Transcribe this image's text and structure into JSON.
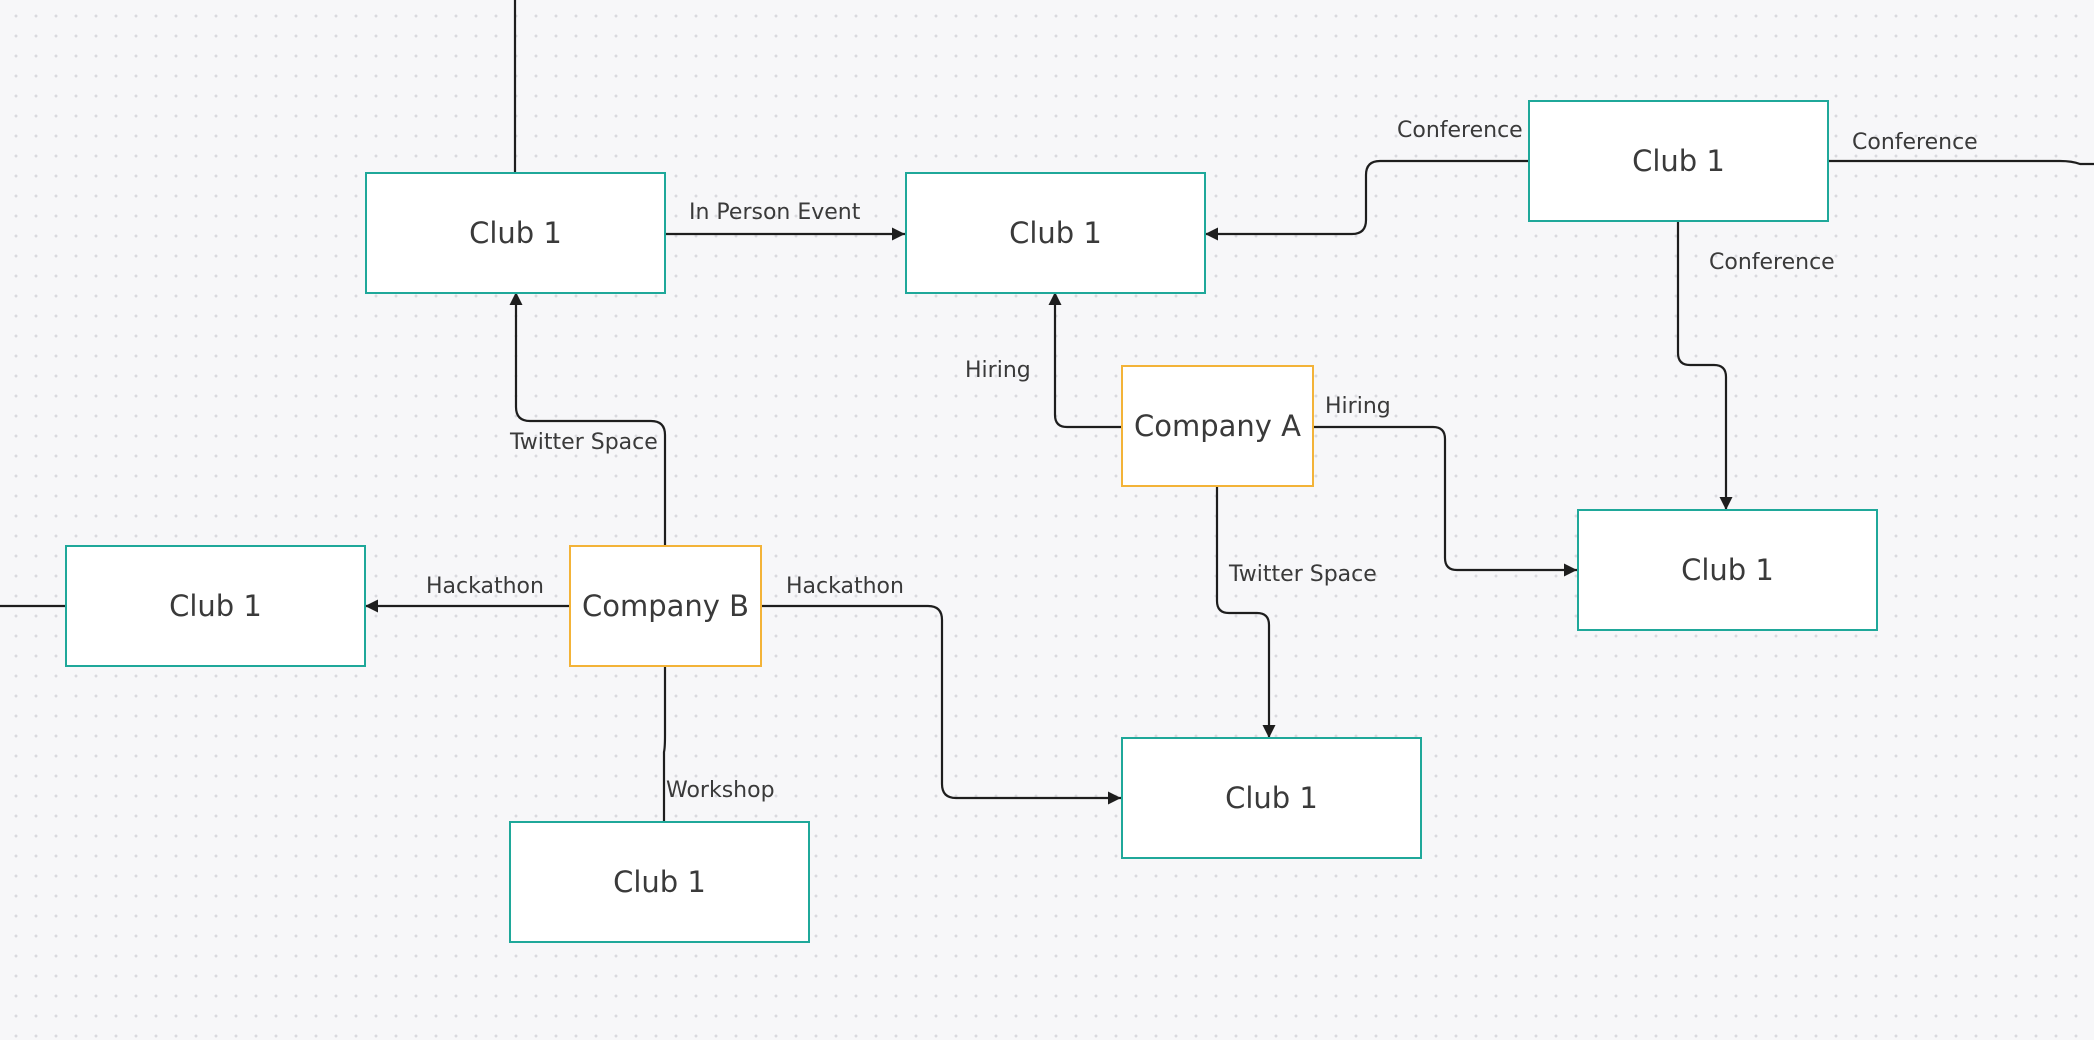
{
  "diagram": {
    "nodes": {
      "club_top_left": "Club 1",
      "club_top_center": "Club 1",
      "club_top_right": "Club 1",
      "club_left": "Club 1",
      "club_bottom_left": "Club 1",
      "club_bottom_center": "Club 1",
      "club_right": "Club 1",
      "company_a": "Company A",
      "company_b": "Company B"
    },
    "edge_labels": {
      "in_person_event": "In Person Event",
      "conference_left": "Conference",
      "conference_right": "Conference",
      "conference_down": "Conference",
      "hiring_left": "Hiring",
      "hiring_right": "Hiring",
      "twitter_space_b": "Twitter Space",
      "twitter_space_a": "Twitter Space",
      "hackathon_left": "Hackathon",
      "hackathon_right": "Hackathon",
      "workshop": "Workshop"
    },
    "colors": {
      "club_border": "#1fa89a",
      "company_border": "#f3b338",
      "connector": "#1e1e1e",
      "text": "#3a3a3a",
      "canvas_background": "#f7f7f9"
    }
  }
}
